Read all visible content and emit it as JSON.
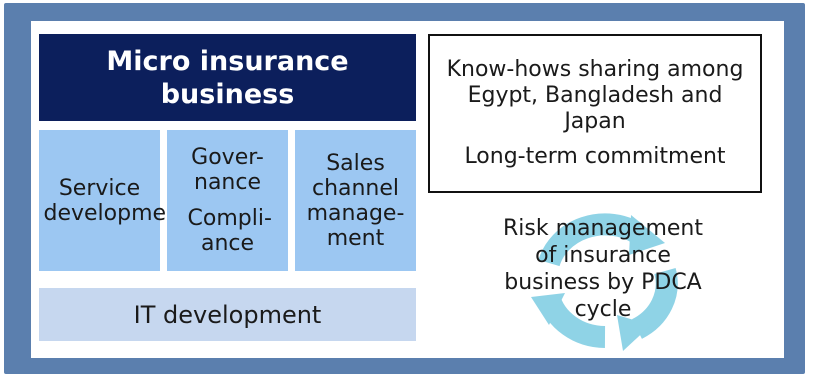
{
  "left_panel": {
    "heading": "Micro insurance business",
    "columns": [
      {
        "lines": [
          "Service development"
        ]
      },
      {
        "governance": "Gover-nance",
        "compliance": "Compli-ance"
      },
      {
        "lines": [
          "Sales channel manage-ment"
        ]
      }
    ],
    "it_label": "IT development"
  },
  "right_panel": {
    "knowhow": "Know-hows sharing among Egypt, Bangladesh and Japan",
    "commitment": "Long-term commitment",
    "risk_text": "Risk management of insurance business by PDCA cycle"
  },
  "colors": {
    "frame": "#5b7fae",
    "heading_bg": "#0c1f5c",
    "column_bg": "#9cc7f2",
    "it_bg": "#c6d7ef",
    "cycle_arrows": "#8fd3e6"
  },
  "icons": [
    "cycle-arrows-icon"
  ]
}
